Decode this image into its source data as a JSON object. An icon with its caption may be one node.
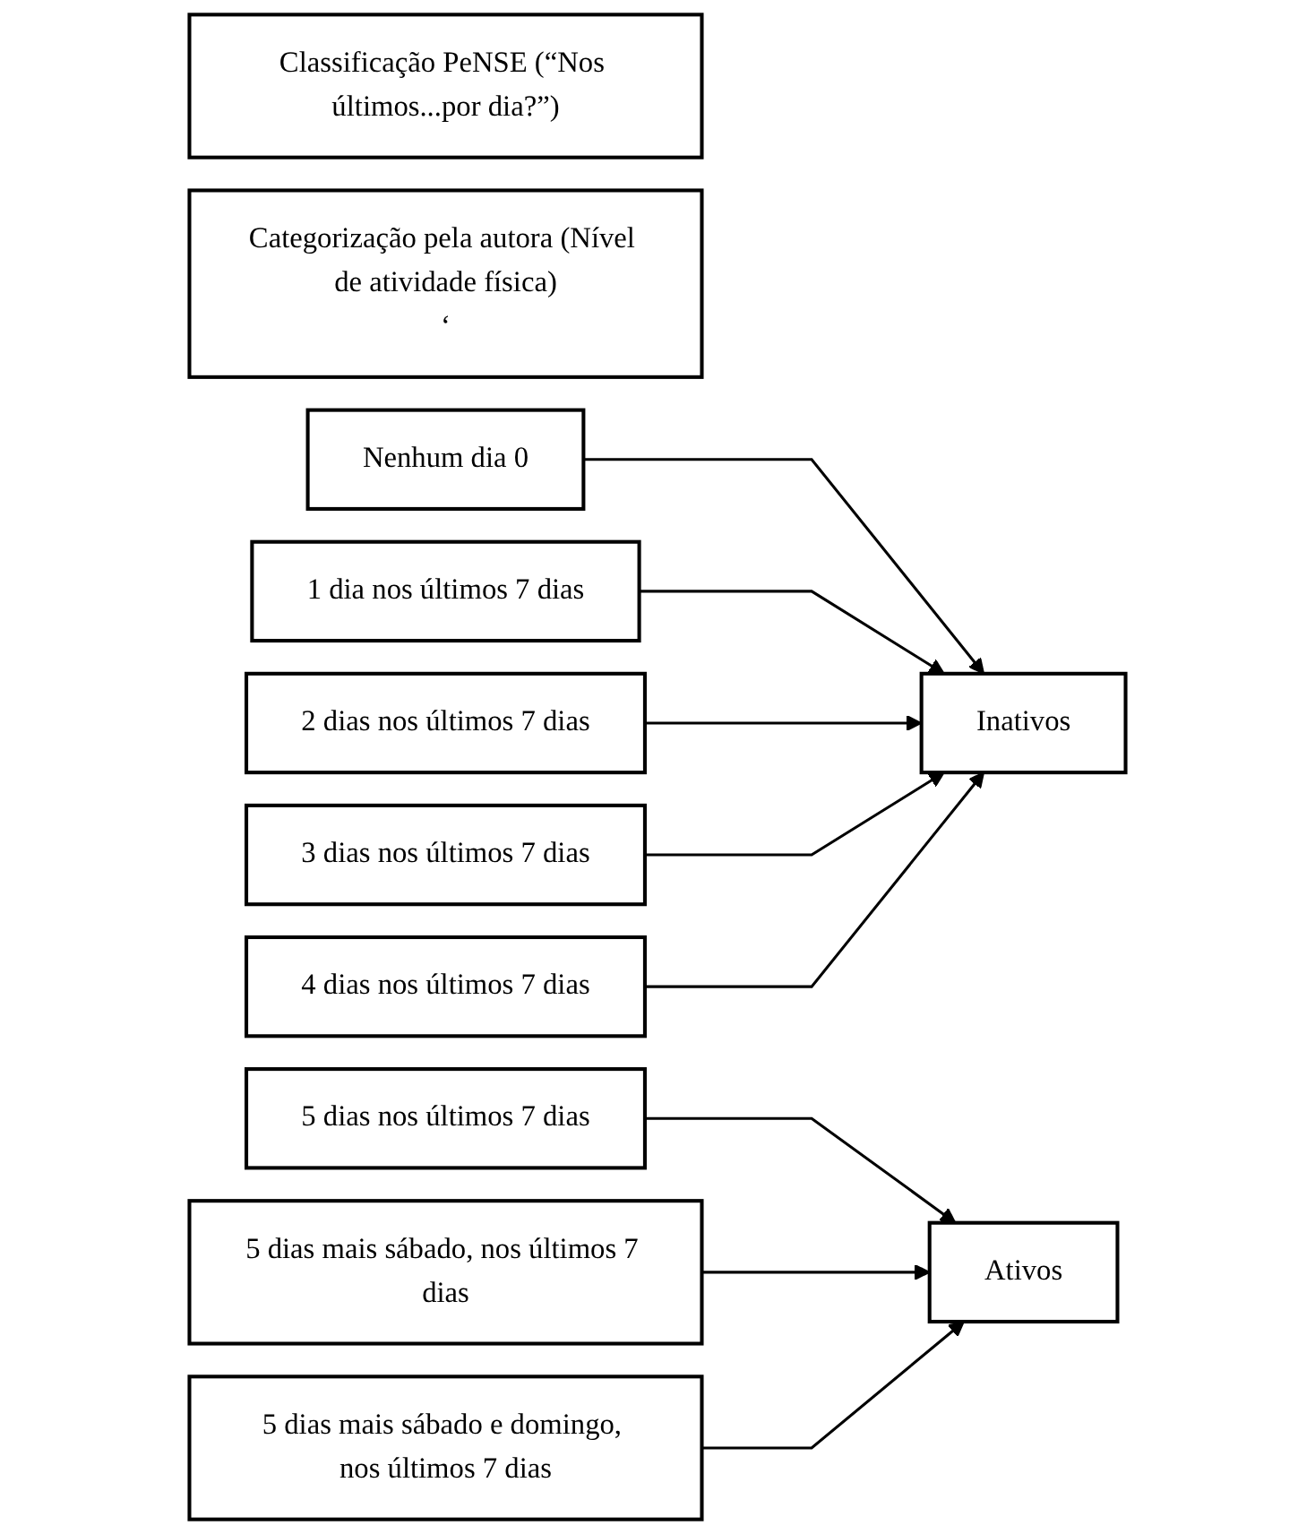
{
  "diagram": {
    "nodes": [
      {
        "text": [
          "Classificação PeNSE (“Nos últimos...por dia?”)"
        ]
      },
      {
        "text": [
          "Categorização pela autora (Nível de atividade física)",
          "‘"
        ]
      },
      {
        "text": [
          "Nenhum dia 0"
        ]
      },
      {
        "text": [
          "1 dia nos últimos 7 dias"
        ]
      },
      {
        "text": [
          "2 dias nos últimos 7 dias"
        ]
      },
      {
        "text": [
          "3 dias nos últimos 7 dias"
        ]
      },
      {
        "text": [
          "4 dias nos últimos 7 dias"
        ]
      },
      {
        "text": [
          "5 dias nos últimos 7 dias"
        ]
      },
      {
        "text": [
          "5 dias mais sábado, nos últimos 7 dias"
        ]
      },
      {
        "text": [
          "5 dias mais sábado e domingo, nos últimos 7 dias"
        ]
      },
      {
        "text": [
          "Inativos"
        ]
      },
      {
        "text": [
          "Ativos"
        ]
      }
    ],
    "edges": [
      {
        "from": 2,
        "to": 10,
        "arrow": "to"
      },
      {
        "from": 3,
        "to": 10,
        "arrow": "to"
      },
      {
        "from": 4,
        "to": 10,
        "arrow": "to"
      },
      {
        "from": 5,
        "to": 10,
        "arrow": "to"
      },
      {
        "from": 6,
        "to": 10,
        "arrow": "to"
      },
      {
        "from": 7,
        "to": 11,
        "arrow": "to"
      },
      {
        "from": 8,
        "to": 11,
        "arrow": "to"
      },
      {
        "from": 9,
        "to": 11,
        "arrow": "to"
      }
    ]
  }
}
